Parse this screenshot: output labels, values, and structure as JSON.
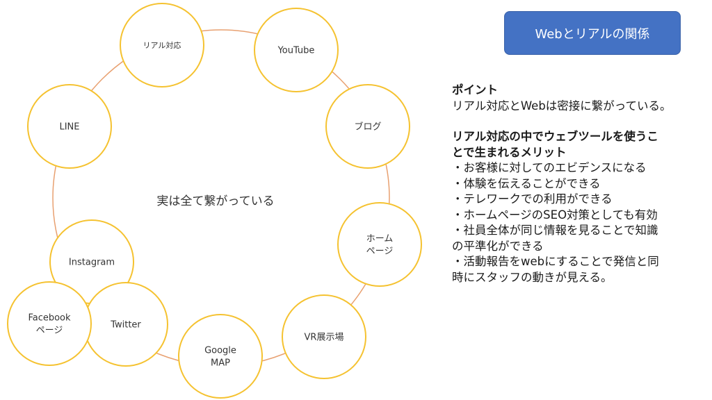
{
  "title": "Webとリアルの関係",
  "center_text": "実は全て繋がっている",
  "nodes": [
    {
      "id": "real",
      "label": [
        "リアル対応"
      ]
    },
    {
      "id": "youtube",
      "label": [
        "YouTube"
      ]
    },
    {
      "id": "blog",
      "label": [
        "ブログ"
      ]
    },
    {
      "id": "homepage",
      "label": [
        "ホーム",
        "ページ"
      ]
    },
    {
      "id": "vr",
      "label": [
        "VR展示場"
      ]
    },
    {
      "id": "googlemap",
      "label": [
        "Google",
        "MAP"
      ]
    },
    {
      "id": "twitter",
      "label": [
        "Twitter"
      ]
    },
    {
      "id": "facebook",
      "label": [
        "Facebook",
        "ページ"
      ]
    },
    {
      "id": "instagram",
      "label": [
        "Instagram"
      ]
    },
    {
      "id": "line",
      "label": [
        "LINE"
      ]
    }
  ],
  "colors": {
    "node_border": "#f5c230",
    "ring": "#e8a070",
    "title_bg": "#4472c4",
    "title_text": "#ffffff"
  },
  "panel": {
    "point_heading": "ポイント",
    "point_text": "リアル対応とWebは密接に繋がっている。",
    "merit_heading": [
      "リアル対応の中でウェブツールを使うこ",
      "とで生まれるメリット"
    ],
    "merit_items": [
      [
        "・お客様に対してのエビデンスになる"
      ],
      [
        "・体験を伝えることができる"
      ],
      [
        "・テレワークでの利用ができる"
      ],
      [
        "・ホームページのSEO対策としても有効"
      ],
      [
        "・社員全体が同じ情報を見ることで知識",
        "の平準化ができる"
      ],
      [
        "・活動報告をwebにすることで発信と同",
        "時にスタッフの動きが見える。"
      ]
    ]
  }
}
